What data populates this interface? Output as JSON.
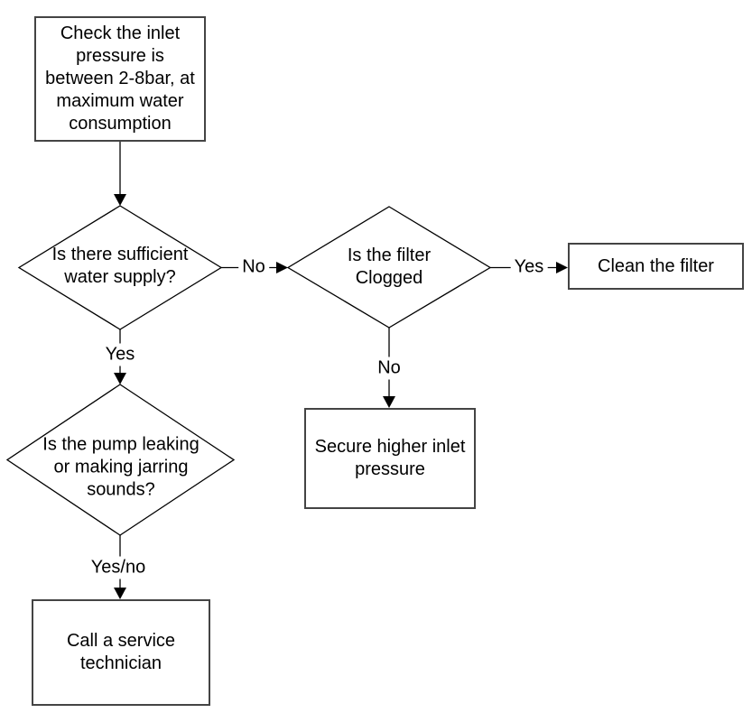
{
  "flowchart": {
    "nodes": {
      "check_inlet": {
        "type": "process",
        "text": "Check the inlet\npressure is\nbetween 2-8bar, at\nmaximum water\nconsumption"
      },
      "water_supply": {
        "type": "decision",
        "text": "Is there sufficient\nwater supply?"
      },
      "filter_clogged": {
        "type": "decision",
        "text": "Is the filter\nClogged"
      },
      "clean_filter": {
        "type": "process",
        "text": "Clean the filter"
      },
      "secure_pressure": {
        "type": "process",
        "text": "Secure higher inlet\npressure"
      },
      "pump_leaking": {
        "type": "decision",
        "text": "Is the pump leaking\nor making jarring\nsounds?"
      },
      "call_technician": {
        "type": "process",
        "text": "Call a service\ntechnician"
      }
    },
    "edge_labels": {
      "water_supply_no": "No",
      "filter_clogged_yes": "Yes",
      "water_supply_yes": "Yes",
      "filter_clogged_no": "No",
      "pump_leaking_yesno": "Yes/no"
    },
    "colors": {
      "line": "#000000",
      "box_border": "#444444",
      "text": "#000000",
      "background": "#ffffff"
    }
  }
}
